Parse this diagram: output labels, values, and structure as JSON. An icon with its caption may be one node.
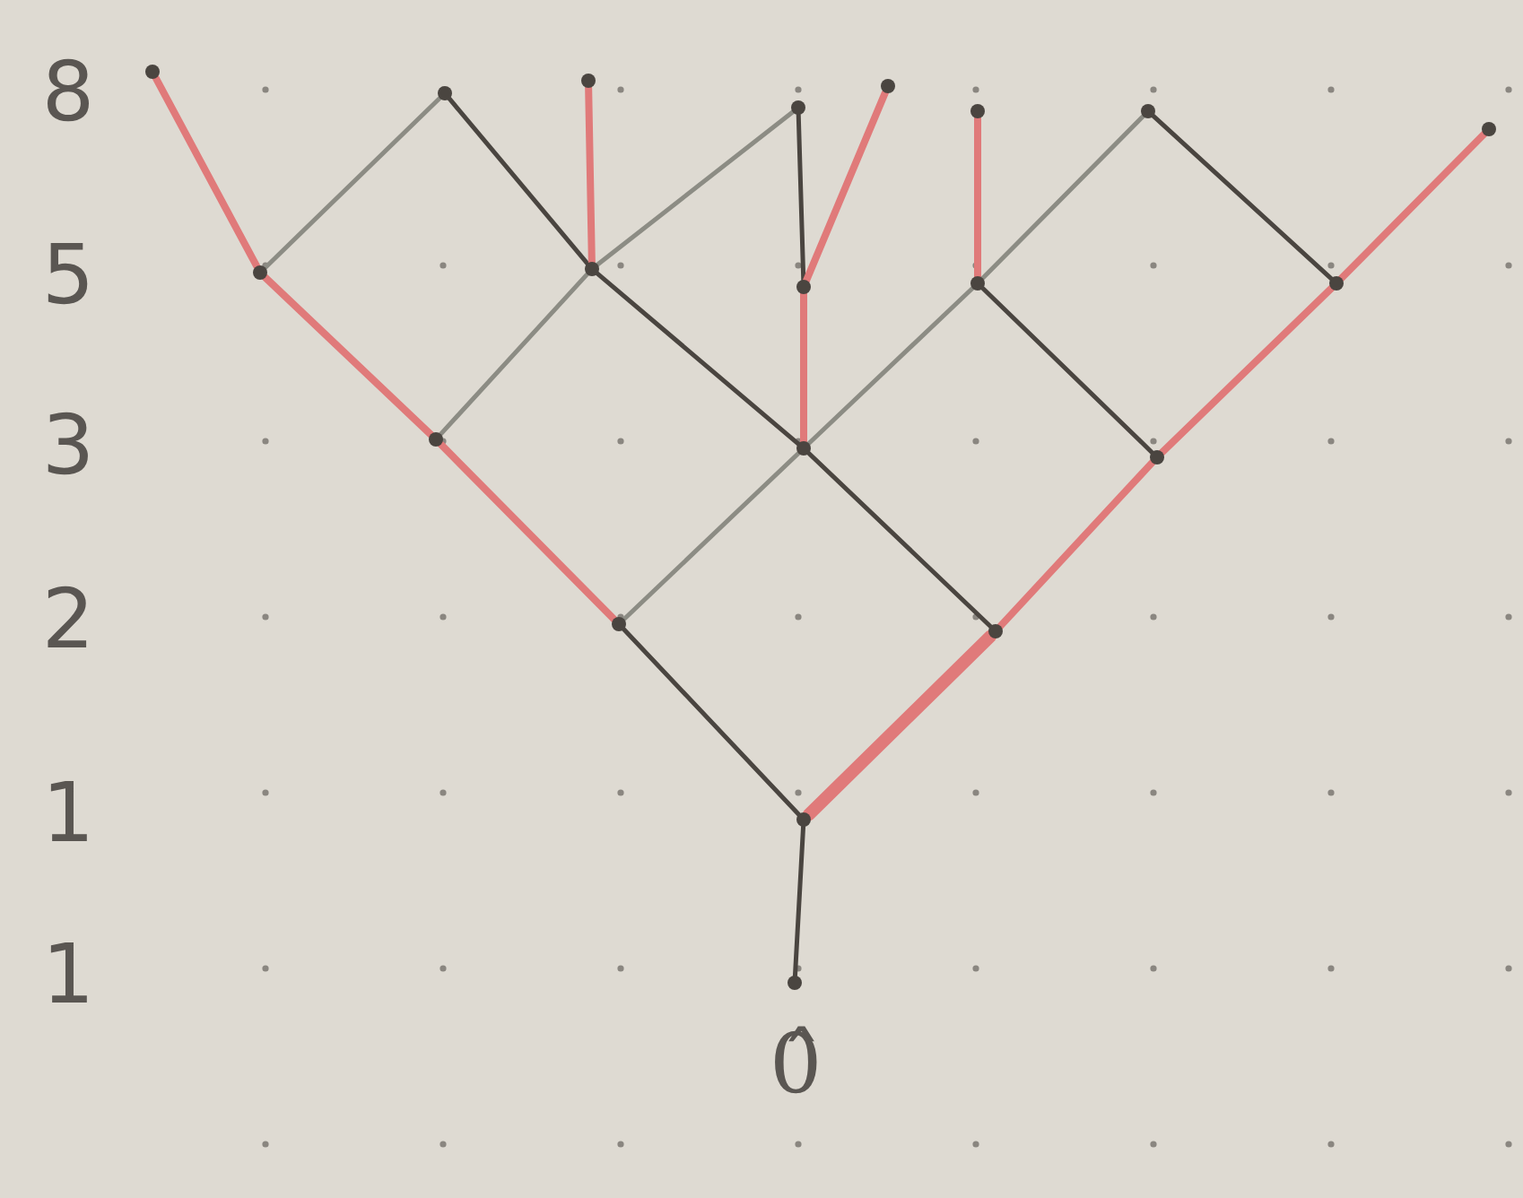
{
  "diagram": {
    "nodes": [
      {
        "text": [],
        "shape": "point",
        "beside": [
          "0̂"
        ]
      },
      {
        "text": [],
        "shape": "point"
      },
      {
        "text": [],
        "shape": "point"
      },
      {
        "text": [],
        "shape": "point"
      },
      {
        "text": [],
        "shape": "point"
      },
      {
        "text": [],
        "shape": "point"
      },
      {
        "text": [],
        "shape": "point"
      },
      {
        "text": [],
        "shape": "point"
      },
      {
        "text": [],
        "shape": "point"
      },
      {
        "text": [],
        "shape": "point"
      },
      {
        "text": [],
        "shape": "point"
      },
      {
        "text": [],
        "shape": "point"
      },
      {
        "text": [],
        "shape": "point"
      },
      {
        "text": [],
        "shape": "point"
      },
      {
        "text": [],
        "shape": "point"
      },
      {
        "text": [],
        "shape": "point"
      },
      {
        "text": [],
        "shape": "point"
      },
      {
        "text": [],
        "shape": "point"
      },
      {
        "text": [],
        "shape": "point"
      },
      {
        "text": [],
        "shape": "point"
      }
    ],
    "edges": [
      {
        "from": 0,
        "to": 1,
        "arrow": "none",
        "color": "#4a4540"
      },
      {
        "from": 1,
        "to": 2,
        "arrow": "none",
        "color": "#4a4540"
      },
      {
        "from": 1,
        "to": 3,
        "arrow": "none",
        "style": "thick"
      },
      {
        "from": 2,
        "to": 4,
        "arrow": "none"
      },
      {
        "from": 2,
        "to": 5,
        "arrow": "none",
        "color": "#8c8c84"
      },
      {
        "from": 3,
        "to": 5,
        "arrow": "none",
        "color": "#4a4540"
      },
      {
        "from": 3,
        "to": 6,
        "arrow": "none"
      },
      {
        "from": 4,
        "to": 7,
        "arrow": "none"
      },
      {
        "from": 4,
        "to": 8,
        "arrow": "none",
        "color": "#8c8c84"
      },
      {
        "from": 5,
        "to": 8,
        "arrow": "none",
        "color": "#4a4540"
      },
      {
        "from": 5,
        "to": 9,
        "arrow": "none"
      },
      {
        "from": 5,
        "to": 10,
        "arrow": "none",
        "color": "#8c8c84"
      },
      {
        "from": 6,
        "to": 10,
        "arrow": "none",
        "color": "#4a4540"
      },
      {
        "from": 6,
        "to": 11,
        "arrow": "none"
      },
      {
        "from": 7,
        "to": 12,
        "arrow": "none"
      },
      {
        "from": 7,
        "to": 13,
        "arrow": "none",
        "color": "#8c8c84"
      },
      {
        "from": 8,
        "to": 13,
        "arrow": "none",
        "color": "#4a4540"
      },
      {
        "from": 8,
        "to": 14,
        "arrow": "none"
      },
      {
        "from": 8,
        "to": 15,
        "arrow": "none",
        "color": "#8c8c84"
      },
      {
        "from": 9,
        "to": 15,
        "arrow": "none",
        "color": "#4a4540"
      },
      {
        "from": 9,
        "to": 16,
        "arrow": "none"
      },
      {
        "from": 10,
        "to": 17,
        "arrow": "none"
      },
      {
        "from": 10,
        "to": 18,
        "arrow": "none",
        "color": "#8c8c84"
      },
      {
        "from": 11,
        "to": 18,
        "arrow": "none",
        "color": "#4a4540"
      },
      {
        "from": 11,
        "to": 19,
        "arrow": "none"
      }
    ],
    "labels": [
      "8",
      "5",
      "3",
      "2",
      "1",
      "1"
    ]
  }
}
